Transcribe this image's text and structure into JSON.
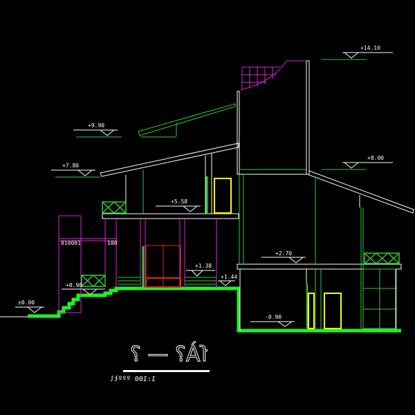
{
  "drawing": {
    "title": "ſÀ? — ?",
    "scale_label": "1:100 ºººłl",
    "elevations": {
      "e1410": "+14.10",
      "e990": "+9.90",
      "e800": "+8.00",
      "e780": "+7.80",
      "e558": "+5.58",
      "e270": "+2.70",
      "e138": "+1.38",
      "e144": "+1.44",
      "e090": "+0.90",
      "e000": "±0.00",
      "em090": "-0.90"
    },
    "annotations": {
      "a1": "010001",
      "a2": "100"
    },
    "colors": {
      "wall": "#ffffff",
      "structure": "#33cc33",
      "ground": "#22ee22",
      "door": "#ffff00",
      "trellis": "#dd22dd",
      "entry": "#ee2222"
    }
  }
}
